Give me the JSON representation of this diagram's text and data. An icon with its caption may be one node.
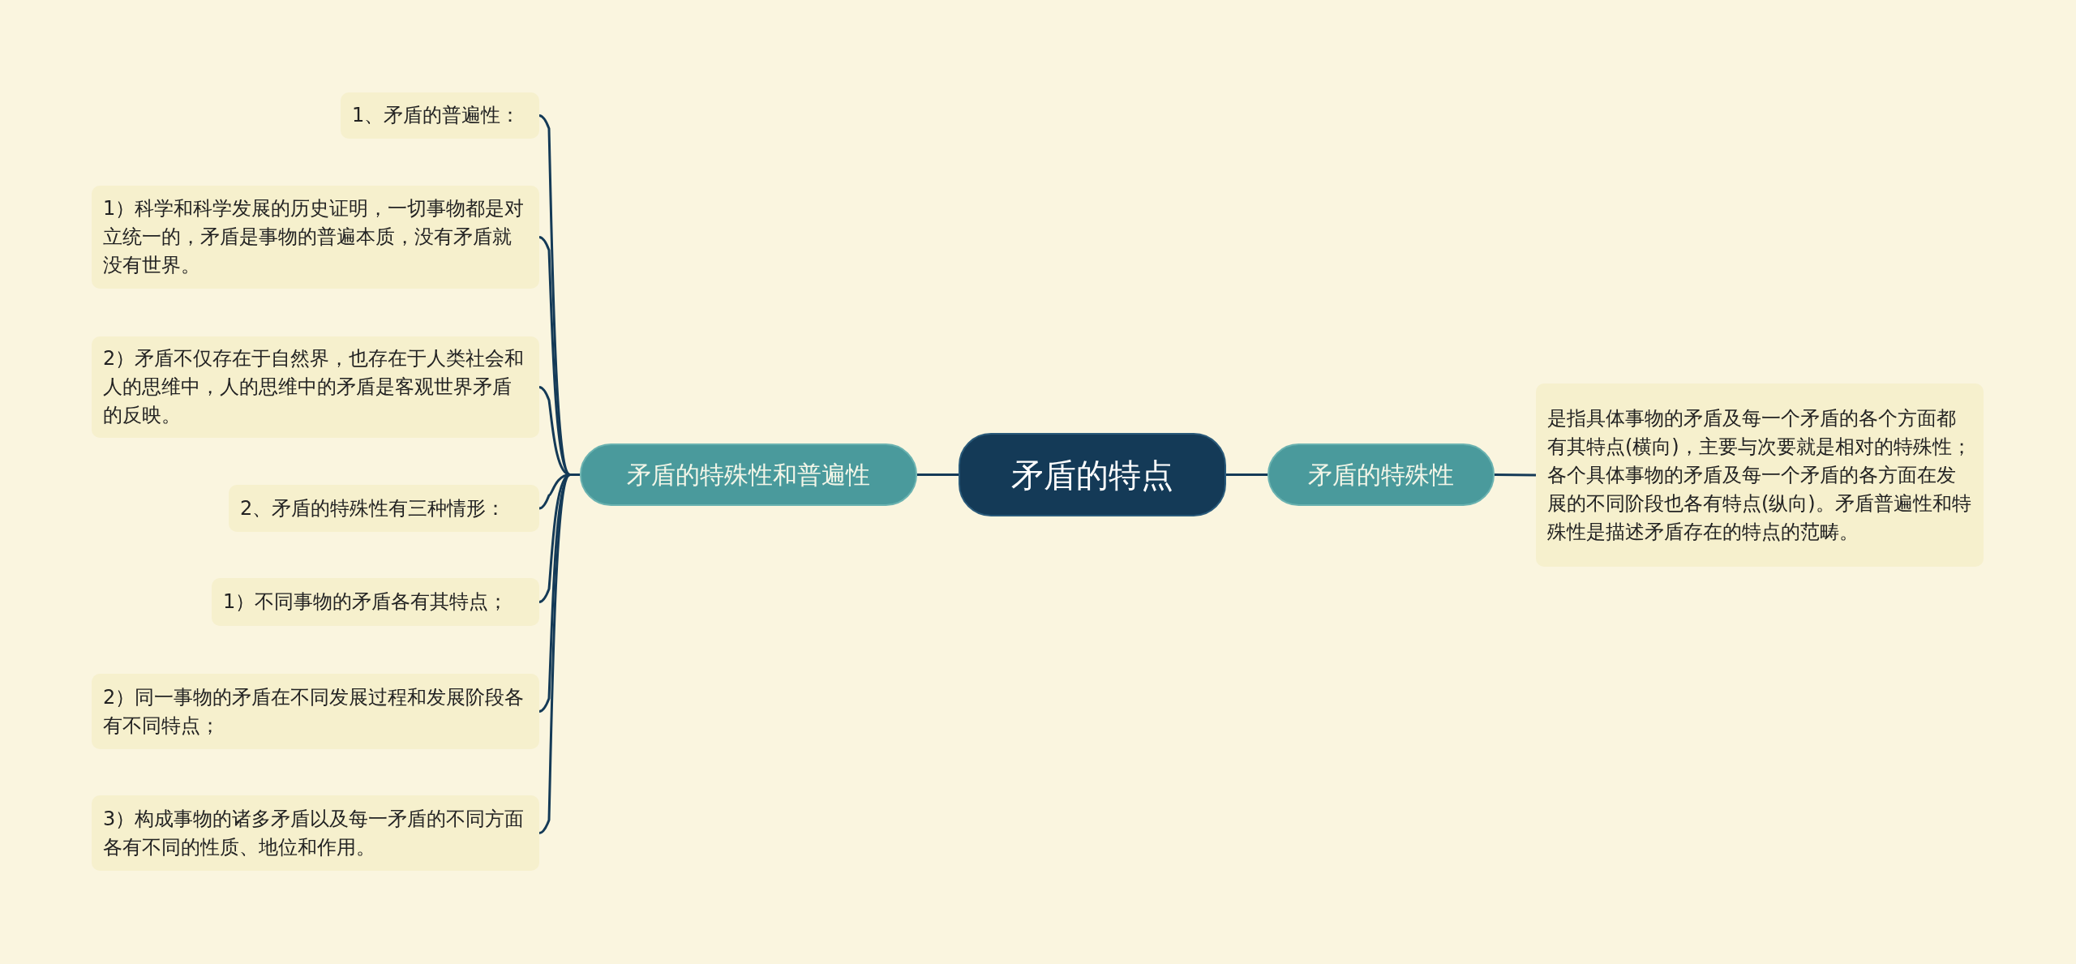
{
  "diagram": {
    "nodes": [
      {
        "text": [
          "矛盾的特点"
        ]
      },
      {
        "text": [
          "矛盾的特殊性和普遍性"
        ]
      },
      {
        "text": [
          "1、矛盾的普遍性："
        ]
      },
      {
        "text": [
          "1）科学和科学发展的历史证明，一切事物都是对立统一的，矛盾是事物的普遍本质，没有矛盾就没有世界。"
        ]
      },
      {
        "text": [
          "2）矛盾不仅存在于自然界，也存在于人类社会和人的思维中，人的思维中的矛盾是客观世界矛盾的反映。"
        ]
      },
      {
        "text": [
          "2、矛盾的特殊性有三种情形："
        ]
      },
      {
        "text": [
          "1）不同事物的矛盾各有其特点；"
        ]
      },
      {
        "text": [
          "2）同一事物的矛盾在不同发展过程和发展阶段各有不同特点；"
        ]
      },
      {
        "text": [
          "3）构成事物的诸多矛盾以及每一矛盾的不同方面各有不同的性质、地位和作用。"
        ]
      },
      {
        "text": [
          "矛盾的特殊性"
        ]
      },
      {
        "text": [
          "是指具体事物的矛盾及每一个矛盾的各个方面都有其特点(横向)，主要与次要就是相对的特殊性；各个具体事物的矛盾及每一个矛盾的各方面在发展的不同阶段也各有特点(纵向)。矛盾普遍性和特殊性是描述矛盾存在的特点的范畴。"
        ]
      }
    ],
    "edges": [
      {
        "from": 0,
        "to": 1,
        "arrow": "none"
      },
      {
        "from": 1,
        "to": 2,
        "arrow": "none"
      },
      {
        "from": 1,
        "to": 3,
        "arrow": "none"
      },
      {
        "from": 1,
        "to": 4,
        "arrow": "none"
      },
      {
        "from": 1,
        "to": 5,
        "arrow": "none"
      },
      {
        "from": 1,
        "to": 6,
        "arrow": "none"
      },
      {
        "from": 1,
        "to": 7,
        "arrow": "none"
      },
      {
        "from": 1,
        "to": 8,
        "arrow": "none"
      },
      {
        "from": 0,
        "to": 9,
        "arrow": "none"
      },
      {
        "from": 9,
        "to": 10,
        "arrow": "none"
      }
    ]
  }
}
